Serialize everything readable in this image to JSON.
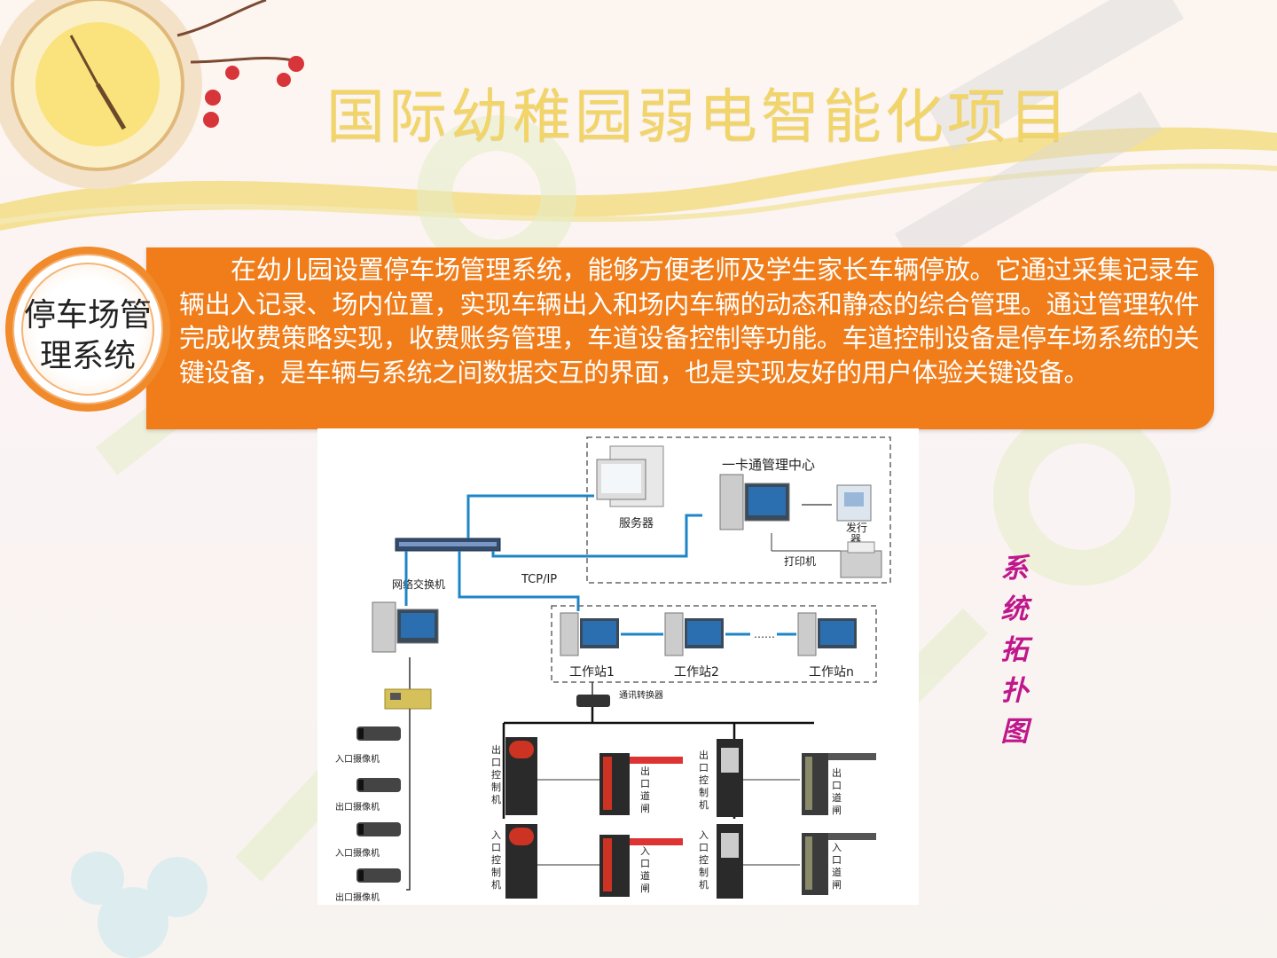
{
  "slide": {
    "title": "国际幼稚园弱电智能化项目",
    "badge": {
      "line1": "停车场管",
      "line2": "理系统"
    },
    "description": "在幼儿园设置停车场管理系统，能够方便老师及学生家长车辆停放。它通过采集记录车辆出入记录、场内位置，实现车辆出入和场内车辆的动态和静态的综合管理。通过管理软件完成收费策略实现，收费账务管理，车道设备控制等功能。车道控制设备是停车场系统的关键设备，是车辆与系统之间数据交互的界面，也是实现友好的用户体验关键设备。",
    "side_note": [
      "系",
      "统",
      "拓",
      "扑",
      "图"
    ],
    "colors": {
      "banner": "#f07d1a",
      "title": "#f1d56a",
      "side_note": "#c0178b"
    }
  },
  "diagram": {
    "center_label": "一卡通管理中心",
    "server_label": "服务器",
    "issuer_label": [
      "发行",
      "器"
    ],
    "printer_label": "打印机",
    "switch_label": "网络交换机",
    "protocol_label": "TCP/IP",
    "workstations": [
      "工作站1",
      "工作站2",
      "工作站n"
    ],
    "ellipsis": "……",
    "converter_label": "通讯转换器",
    "cameras": [
      "入口摄像机",
      "出口摄像机",
      "入口摄像机",
      "出口摄像机"
    ],
    "lane_groups": [
      {
        "controller": [
          "出",
          "口",
          "控",
          "制",
          "机"
        ],
        "gate": [
          "出",
          "口",
          "道",
          "闸"
        ]
      },
      {
        "controller": [
          "入",
          "口",
          "控",
          "制",
          "机"
        ],
        "gate": [
          "入",
          "口",
          "道",
          "闸"
        ]
      },
      {
        "controller": [
          "出",
          "口",
          "控",
          "制",
          "机"
        ],
        "gate": [
          "出",
          "口",
          "道",
          "闸"
        ]
      },
      {
        "controller": [
          "入",
          "口",
          "控",
          "制",
          "机"
        ],
        "gate": [
          "入",
          "口",
          "道",
          "闸"
        ]
      }
    ]
  }
}
